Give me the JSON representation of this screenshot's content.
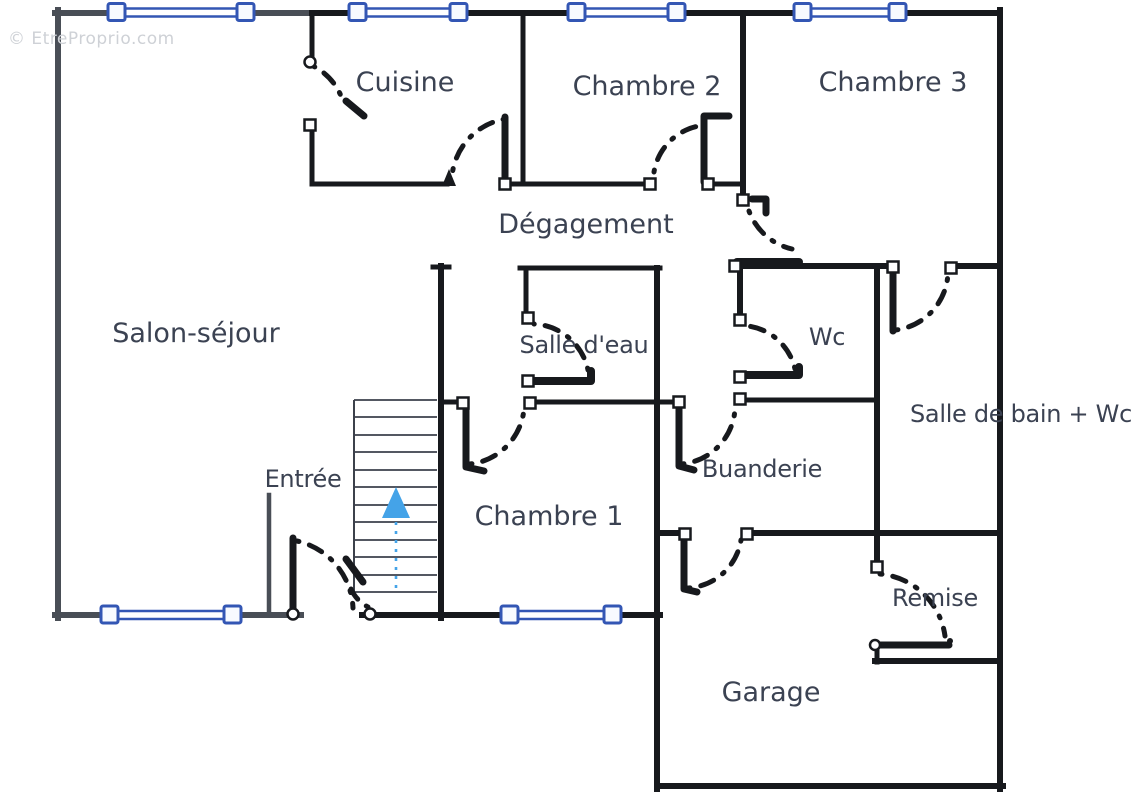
{
  "watermark": "© EtreProprio.com",
  "rooms": {
    "cuisine": "Cuisine",
    "chambre2": "Chambre 2",
    "chambre3": "Chambre 3",
    "degagement": "Dégagement",
    "salon": "Salon-séjour",
    "salle_eau": "Salle d'eau",
    "wc": "Wc",
    "salle_bain": "Salle de bain + Wc",
    "entree": "Entrée",
    "chambre1": "Chambre 1",
    "buanderie": "Buanderie",
    "remise": "Remise",
    "garage": "Garage"
  },
  "colors": {
    "wall": "#17191d",
    "outer": "#494e56",
    "window": "#3356b4",
    "arrow": "#44a3e8",
    "label": "#3b4252",
    "watermark": "#ced1d6",
    "bg": "#ffffff"
  }
}
